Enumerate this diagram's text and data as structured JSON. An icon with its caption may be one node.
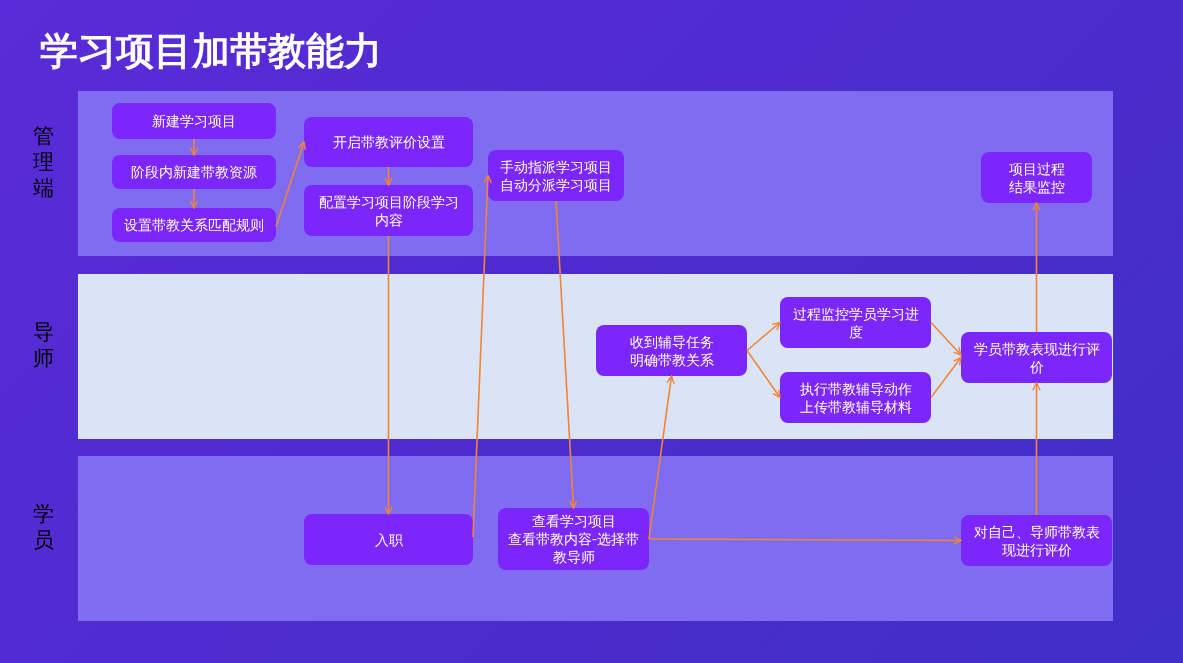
{
  "diagram": {
    "title": "学习项目加带教能力",
    "nodes": [
      {
        "text": [
          "管理端"
        ]
      },
      {
        "text": [
          "新建学习项目"
        ],
        "in": 0
      },
      {
        "text": [
          "阶段内新建带教资源"
        ],
        "in": 0
      },
      {
        "text": [
          "设置带教关系匹配规则"
        ],
        "in": 0
      },
      {
        "text": [
          "开启带教评价设置"
        ],
        "in": 0
      },
      {
        "text": [
          "配置学习项目阶段学习内容"
        ],
        "in": 0
      },
      {
        "text": [
          "手动指派学习项目",
          "自动分派学习项目"
        ],
        "in": 0
      },
      {
        "text": [
          "项目过程结果监控"
        ],
        "in": 0
      },
      {
        "text": [
          "导师"
        ]
      },
      {
        "text": [
          "收到辅导任务",
          "明确带教关系"
        ],
        "in": 8
      },
      {
        "text": [
          "过程监控学员学习进度"
        ],
        "in": 8
      },
      {
        "text": [
          "执行带教辅导动作",
          "上传带教辅导材料"
        ],
        "in": 8
      },
      {
        "text": [
          "学员带教表现进行评价"
        ],
        "in": 8
      },
      {
        "text": [
          "学员"
        ]
      },
      {
        "text": [
          "入职"
        ],
        "in": 13
      },
      {
        "text": [
          "查看学习项目",
          "查看带教内容-选择带教导师"
        ],
        "in": 13
      },
      {
        "text": [
          "对自己、导师带教表现进行评价"
        ],
        "in": 13
      }
    ],
    "edges": [
      {
        "from": 1,
        "to": 2,
        "arrow": "to"
      },
      {
        "from": 2,
        "to": 3,
        "arrow": "to"
      },
      {
        "from": 3,
        "to": 4,
        "arrow": "to"
      },
      {
        "from": 4,
        "to": 5,
        "arrow": "to"
      },
      {
        "from": 5,
        "to": 14,
        "arrow": "to"
      },
      {
        "from": 14,
        "to": 6,
        "arrow": "to"
      },
      {
        "from": 6,
        "to": 15,
        "arrow": "to"
      },
      {
        "from": 15,
        "to": 9,
        "arrow": "to"
      },
      {
        "from": 9,
        "to": 10,
        "arrow": "to"
      },
      {
        "from": 9,
        "to": 11,
        "arrow": "to"
      },
      {
        "from": 10,
        "to": 12,
        "arrow": "to"
      },
      {
        "from": 11,
        "to": 12,
        "arrow": "to"
      },
      {
        "from": 15,
        "to": 16,
        "arrow": "to"
      },
      {
        "from": 16,
        "to": 12,
        "arrow": "to"
      },
      {
        "from": 12,
        "to": 7,
        "arrow": "to"
      }
    ]
  }
}
